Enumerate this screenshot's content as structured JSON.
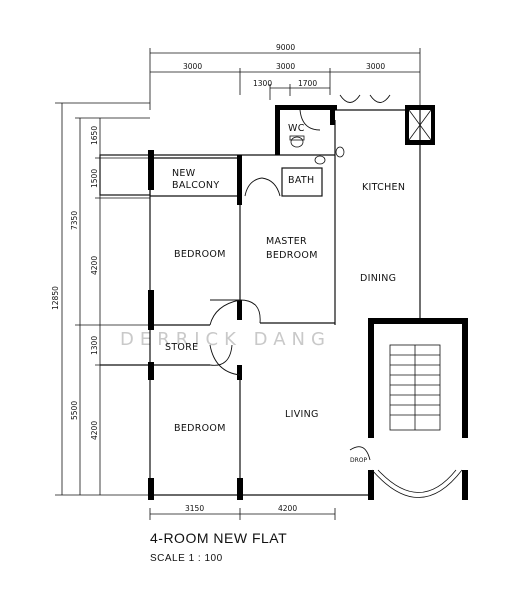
{
  "title": "4-ROOM NEW FLAT",
  "scale": "SCALE  1 : 100",
  "watermark": "DERRICK DANG",
  "rooms": {
    "new_balcony_1": "NEW",
    "new_balcony_2": "BALCONY",
    "wc": "WC",
    "bath": "BATH",
    "kitchen": "KITCHEN",
    "bedroom_top": "BEDROOM",
    "master_1": "MASTER",
    "master_2": "BEDROOM",
    "dining": "DINING",
    "store": "STORE",
    "bedroom_bottom": "BEDROOM",
    "living": "LIVING",
    "shop": "DROP"
  },
  "dimensions": {
    "top_total": "9000",
    "top_a": "3000",
    "top_b": "3000",
    "top_c": "3000",
    "top_d": "1300",
    "top_e": "1700",
    "left_total": "12850",
    "left_upper": "7350",
    "left_lower": "5500",
    "left_1": "1650",
    "left_2": "1500",
    "left_3": "4200",
    "left_4": "1300",
    "left_5": "4200",
    "bottom_a": "3150",
    "bottom_b": "4200"
  },
  "colors": {
    "ink": "#111111",
    "wall": "#000000",
    "watermark": "#c9c9c9"
  }
}
